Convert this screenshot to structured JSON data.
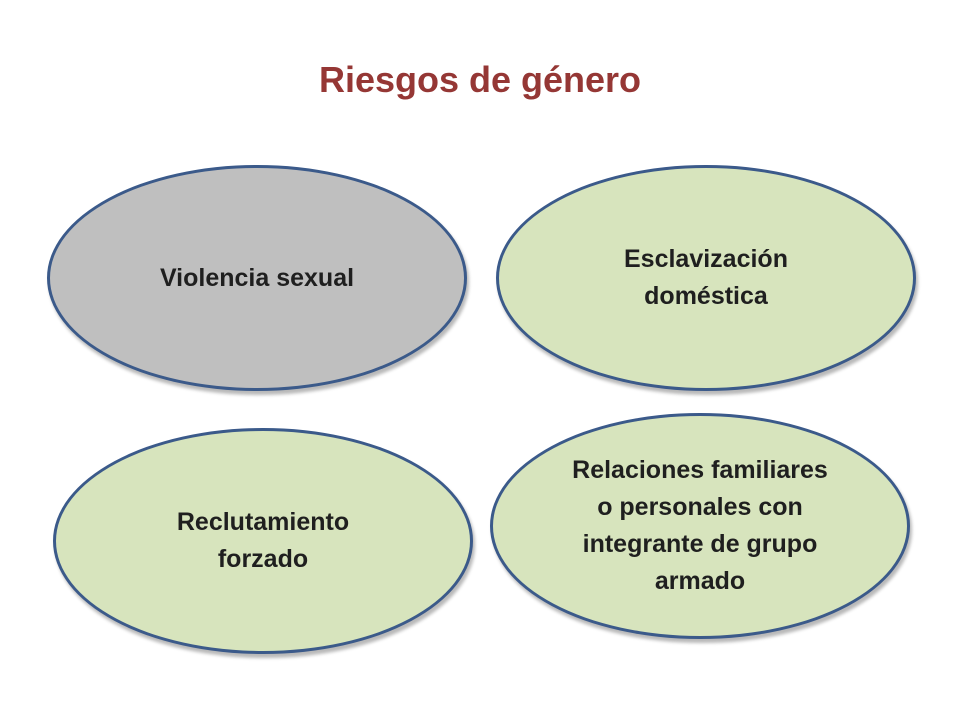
{
  "title": "Riesgos de género",
  "nodes": [
    {
      "label": "Violencia sexual",
      "fill": "#bfbfbf"
    },
    {
      "label": "Esclavización doméstica",
      "fill": "#d7e4bd"
    },
    {
      "label": "Reclutamiento forzado",
      "fill": "#d7e4bd"
    },
    {
      "label": "Relaciones familiares o personales con integrante de grupo armado",
      "fill": "#d7e4bd"
    }
  ],
  "colors": {
    "title": "#953735",
    "outline": "#3b5a8a",
    "grey_fill": "#bfbfbf",
    "green_fill": "#d7e4bd"
  }
}
